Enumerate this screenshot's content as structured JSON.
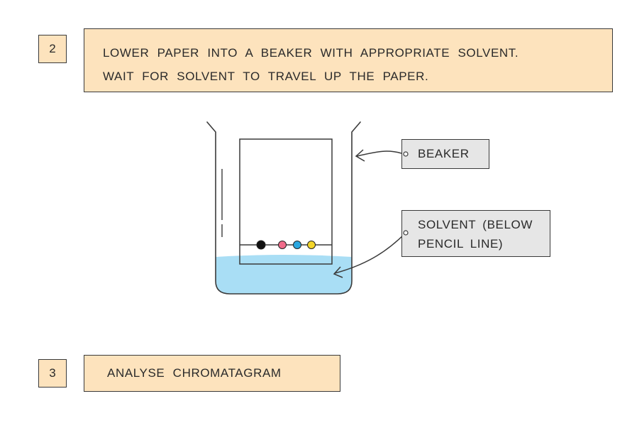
{
  "steps": [
    {
      "number": "2",
      "lines": [
        "LOWER  PAPER INTO A BEAKER WITH APPROPRIATE  SOLVENT.",
        "WAIT FOR SOLVENT TO TRAVEL UP THE PAPER."
      ]
    },
    {
      "number": "3",
      "lines": [
        "ANALYSE  CHROMATAGRAM"
      ]
    }
  ],
  "labels": {
    "beaker": "BEAKER",
    "solvent_line1": "SOLVENT  (BELOW",
    "solvent_line2": "PENCIL  LINE)"
  },
  "colors": {
    "solvent": "#a9def5",
    "box_fill": "#fde3bd",
    "tag_fill": "#e6e6e6",
    "dots": [
      "#111111",
      "#f06b8a",
      "#2aa7e0",
      "#f3d52a"
    ]
  }
}
